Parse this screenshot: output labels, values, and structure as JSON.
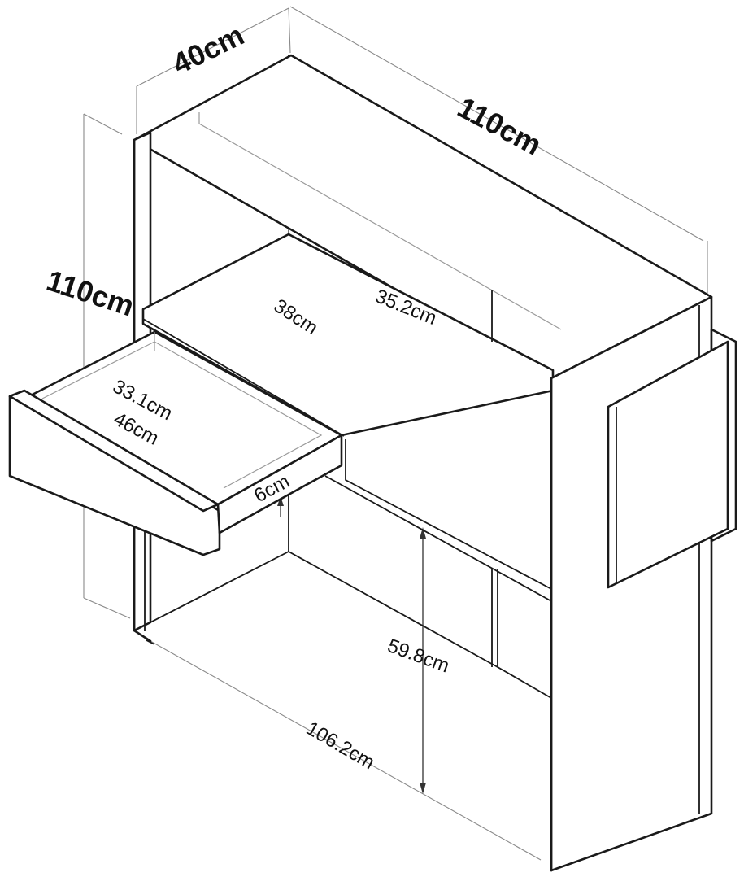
{
  "dimensions": {
    "depth": "40cm",
    "width": "110cm",
    "height": "110cm",
    "shelf_depth": "38cm",
    "shelf_height": "35.2cm",
    "drawer_depth": "33.1cm",
    "drawer_width": "46cm",
    "drawer_height": "6cm",
    "lower_height": "59.8cm",
    "inner_width": "106.2cm"
  }
}
